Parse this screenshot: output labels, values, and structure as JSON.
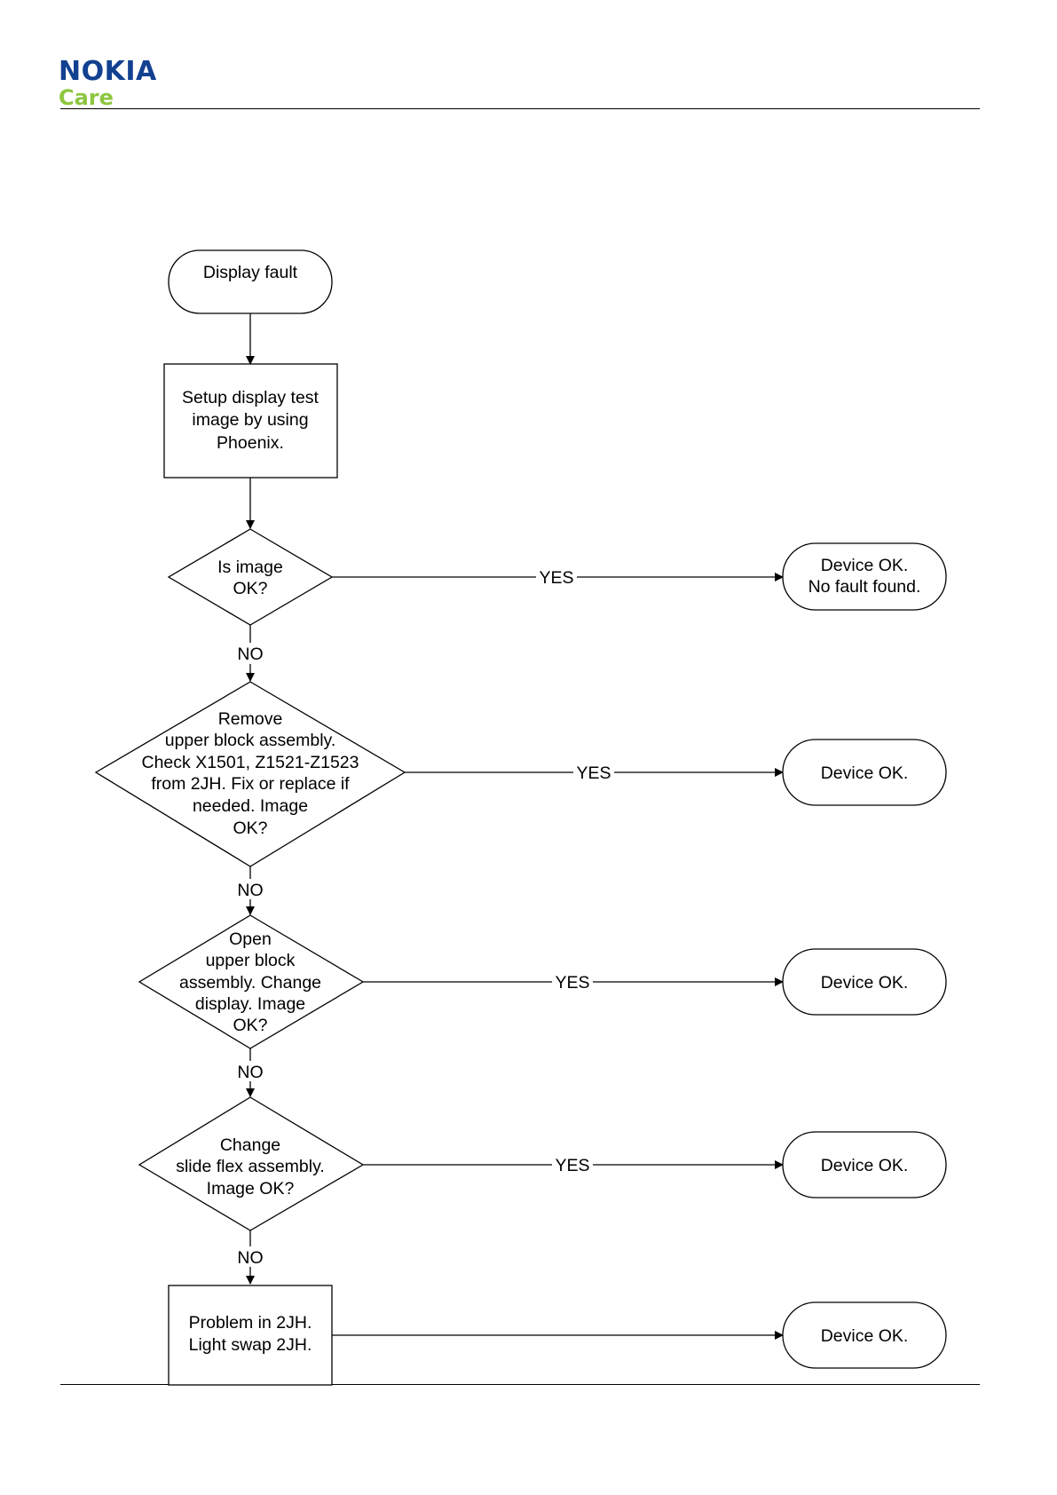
{
  "header": {
    "brand": "NOKIA",
    "sub": "Care"
  },
  "colors": {
    "brand_blue": "#124191",
    "brand_green": "#8dc63f",
    "stroke": "#000000"
  },
  "flowchart": {
    "start": {
      "label": [
        "Display fault"
      ]
    },
    "step1": {
      "label": [
        "Setup display test",
        "image by using",
        "Phoenix."
      ]
    },
    "decision1": {
      "label": [
        "Is image",
        "OK?"
      ]
    },
    "decision2": {
      "label": [
        "Remove",
        "upper block assembly.",
        "Check X1501, Z1521-Z1523",
        "from 2JH. Fix or replace if",
        "needed. Image",
        "OK?"
      ]
    },
    "decision3": {
      "label": [
        "Open",
        "upper block",
        "assembly. Change",
        "display. Image",
        "OK?"
      ]
    },
    "decision4": {
      "label": [
        "Change",
        "slide flex assembly.",
        "Image OK?"
      ]
    },
    "final_step": {
      "label": [
        "Problem in 2JH.",
        "Light swap 2JH."
      ]
    },
    "end1": {
      "label": [
        "Device OK.",
        "No fault found."
      ]
    },
    "end2": {
      "label": [
        "Device OK."
      ]
    },
    "end3": {
      "label": [
        "Device OK."
      ]
    },
    "end4": {
      "label": [
        "Device OK."
      ]
    },
    "end5": {
      "label": [
        "Device OK."
      ]
    },
    "yes_label": "YES",
    "no_label": "NO"
  }
}
